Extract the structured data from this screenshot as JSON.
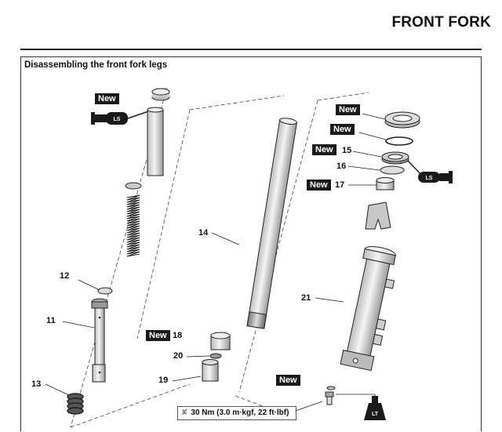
{
  "header": {
    "title": "FRONT FORK"
  },
  "panel": {
    "title": "Disassembling the front fork legs"
  },
  "badges": {
    "new": "New"
  },
  "parts": {
    "p11": "11",
    "p12": "12",
    "p13": "13",
    "p14": "14",
    "p15": "15",
    "p16": "16",
    "p17": "17",
    "p18": "18",
    "p19": "19",
    "p20": "20",
    "p21": "21"
  },
  "symbols": {
    "ls": "LS",
    "lt": "LT"
  },
  "torque": {
    "icon": "torque-wrench-icon",
    "text": "30 Nm (3.0 m·kgf, 22 ft·lbf)"
  }
}
